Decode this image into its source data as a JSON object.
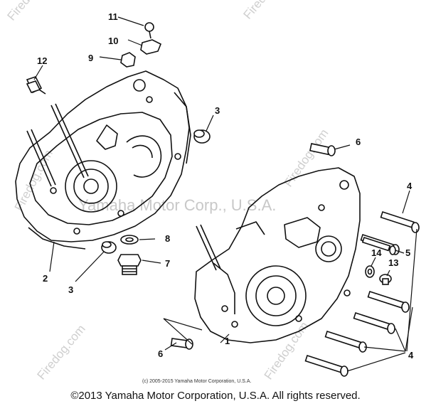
{
  "diagram": {
    "callouts": [
      {
        "id": "c1",
        "label": "1"
      },
      {
        "id": "c2",
        "label": "2"
      },
      {
        "id": "c3a",
        "label": "3"
      },
      {
        "id": "c3b",
        "label": "3"
      },
      {
        "id": "c4a",
        "label": "4"
      },
      {
        "id": "c4b",
        "label": "4"
      },
      {
        "id": "c5",
        "label": "5"
      },
      {
        "id": "c6a",
        "label": "6"
      },
      {
        "id": "c6b",
        "label": "6"
      },
      {
        "id": "c7",
        "label": "7"
      },
      {
        "id": "c8",
        "label": "8"
      },
      {
        "id": "c9",
        "label": "9"
      },
      {
        "id": "c10",
        "label": "10"
      },
      {
        "id": "c11",
        "label": "11"
      },
      {
        "id": "c12",
        "label": "12"
      },
      {
        "id": "c13",
        "label": "13"
      },
      {
        "id": "c14",
        "label": "14"
      }
    ],
    "watermarks": {
      "site": "Firedog.com",
      "center": "Yamaha Motor Corp., U.S.A."
    },
    "small_copyright": "(c) 2005-2015 Yamaha Motor Corporation, U.S.A.",
    "copyright": "©2013 Yamaha Motor Corporation, U.S.A. All rights reserved."
  }
}
